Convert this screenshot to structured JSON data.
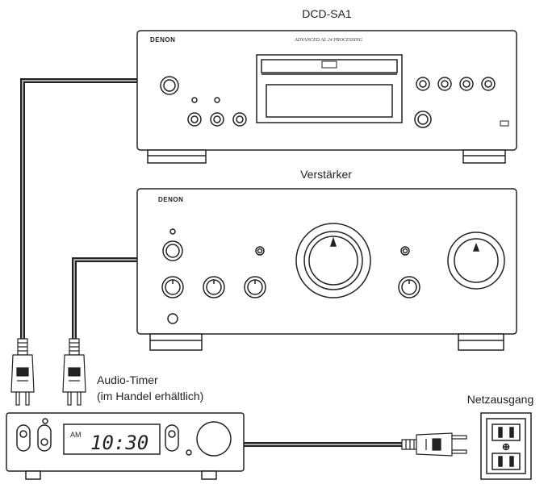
{
  "labels": {
    "cd_player": "DCD-SA1",
    "amplifier": "Verstärker",
    "timer_line1": "Audio-Timer",
    "timer_line2": "(im Handel erhältlich)",
    "outlet": "Netzausgang"
  },
  "cd_player": {
    "brand": "DENON",
    "header_text": "ADVANCED AL 24 PROCESSING"
  },
  "amplifier": {
    "brand": "DENON"
  },
  "timer": {
    "am": "AM",
    "time": "10:30"
  },
  "colors": {
    "line": "#222222",
    "cable": "#444444",
    "display_bg": "#ffffff"
  }
}
